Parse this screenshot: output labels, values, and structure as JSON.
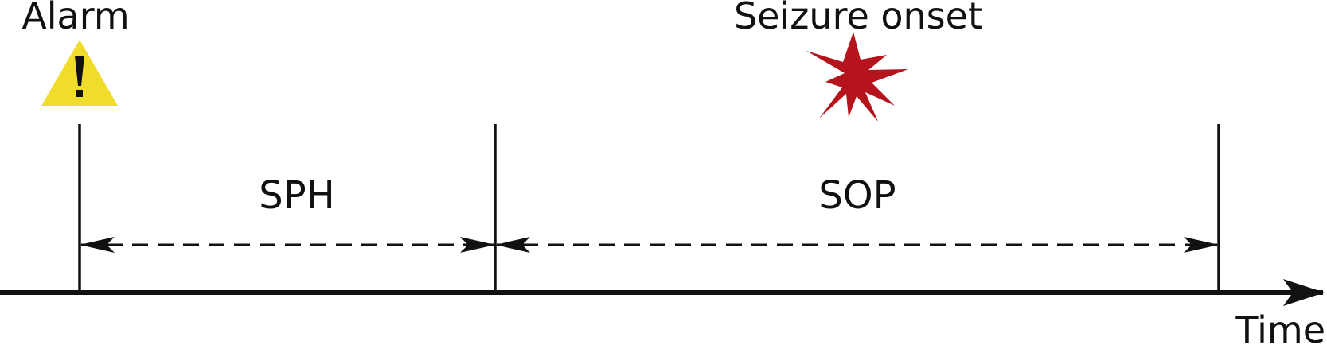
{
  "labels": {
    "alarm": "Alarm",
    "seizure_onset": "Seizure onset",
    "sph": "SPH",
    "sop": "SOP",
    "time": "Time"
  },
  "icons": {
    "alarm": "warning-triangle-icon",
    "seizure": "starburst-icon"
  },
  "colors": {
    "line": "#111111",
    "warning_fill": "#f0dc2a",
    "seizure_fill": "#b5141c"
  }
}
